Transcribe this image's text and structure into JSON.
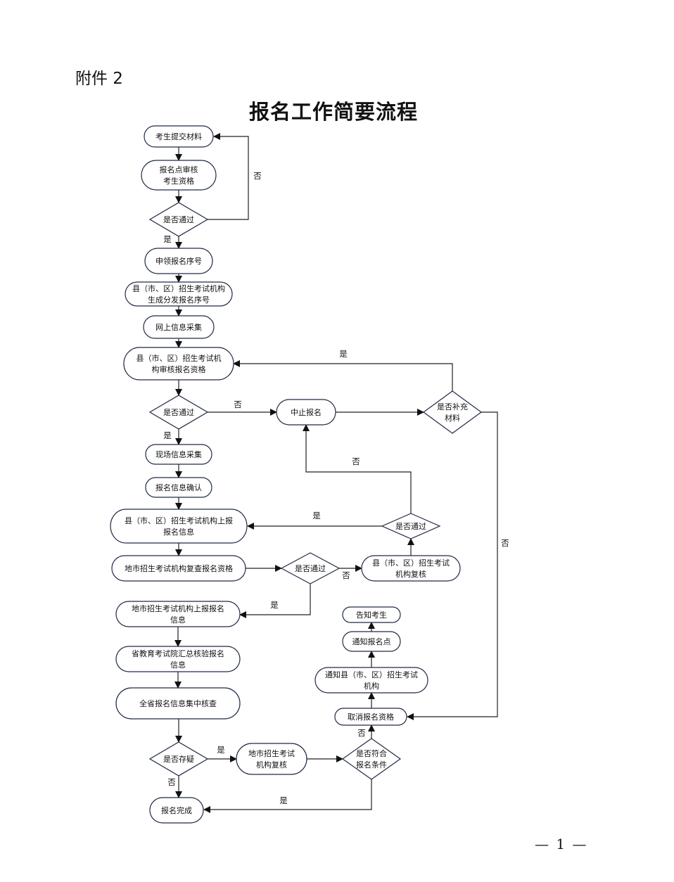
{
  "header": {
    "attachment": "附件 2",
    "title": "报名工作简要流程"
  },
  "footer": {
    "page_number": "— 1 —"
  },
  "nodes": [
    {
      "id": "n1",
      "lines": [
        "考生提交材料"
      ]
    },
    {
      "id": "n2",
      "lines": [
        "报名点审核",
        "考生资格"
      ]
    },
    {
      "id": "d1",
      "lines": [
        "是否通过"
      ]
    },
    {
      "id": "n3",
      "lines": [
        "申领报名序号"
      ]
    },
    {
      "id": "n4",
      "lines": [
        "县（市、区）招生考试机构",
        "生成分发报名序号"
      ]
    },
    {
      "id": "n5",
      "lines": [
        "网上信息采集"
      ]
    },
    {
      "id": "n6",
      "lines": [
        "县（市、区）招生考试机",
        "构审核报名资格"
      ]
    },
    {
      "id": "d2",
      "lines": [
        "是否通过"
      ]
    },
    {
      "id": "n7",
      "lines": [
        "中止报名"
      ]
    },
    {
      "id": "d3",
      "lines": [
        "是否补充",
        "材料"
      ]
    },
    {
      "id": "n8",
      "lines": [
        "现场信息采集"
      ]
    },
    {
      "id": "n9",
      "lines": [
        "报名信息确认"
      ]
    },
    {
      "id": "n10",
      "lines": [
        "县（市、区）招生考试机构上报",
        "报名信息"
      ]
    },
    {
      "id": "d4",
      "lines": [
        "是否通过"
      ]
    },
    {
      "id": "n11",
      "lines": [
        "地市招生考试机构复查报名资格"
      ]
    },
    {
      "id": "d5",
      "lines": [
        "是否通过"
      ]
    },
    {
      "id": "n12",
      "lines": [
        "县（市、区）招生考试",
        "机构复核"
      ]
    },
    {
      "id": "n13",
      "lines": [
        "地市招生考试机构上报报名",
        "信息"
      ]
    },
    {
      "id": "n14",
      "lines": [
        "告知考生"
      ]
    },
    {
      "id": "n15",
      "lines": [
        "通知报名点"
      ]
    },
    {
      "id": "n16",
      "lines": [
        "省教育考试院汇总核验报名",
        "信息"
      ]
    },
    {
      "id": "n17",
      "lines": [
        "通知县（市、区）招生考试",
        "机构"
      ]
    },
    {
      "id": "n18",
      "lines": [
        "全省报名信息集中核查"
      ]
    },
    {
      "id": "n19",
      "lines": [
        "取消报名资格"
      ]
    },
    {
      "id": "d6",
      "lines": [
        "是否存疑"
      ]
    },
    {
      "id": "n20",
      "lines": [
        "地市招生考试",
        "机构复核"
      ]
    },
    {
      "id": "d7",
      "lines": [
        "是否符合",
        "报名条件"
      ]
    },
    {
      "id": "n21",
      "lines": [
        "报名完成"
      ]
    }
  ],
  "edges": [
    {
      "from": "n1",
      "to": "n2",
      "label": ""
    },
    {
      "from": "n2",
      "to": "d1",
      "label": ""
    },
    {
      "from": "d1",
      "to": "n1",
      "label": "否"
    },
    {
      "from": "d1",
      "to": "n3",
      "label": "是"
    },
    {
      "from": "n3",
      "to": "n4",
      "label": ""
    },
    {
      "from": "n4",
      "to": "n5",
      "label": ""
    },
    {
      "from": "n5",
      "to": "n6",
      "label": ""
    },
    {
      "from": "n6",
      "to": "d2",
      "label": ""
    },
    {
      "from": "d2",
      "to": "n7",
      "label": "否"
    },
    {
      "from": "d2",
      "to": "n8",
      "label": "是"
    },
    {
      "from": "n7",
      "to": "d3",
      "label": ""
    },
    {
      "from": "d3",
      "to": "n6",
      "label": "是"
    },
    {
      "from": "d3",
      "to": "n19",
      "label": "否"
    },
    {
      "from": "n8",
      "to": "n9",
      "label": ""
    },
    {
      "from": "n9",
      "to": "n10",
      "label": ""
    },
    {
      "from": "n10",
      "to": "n11",
      "label": ""
    },
    {
      "from": "n11",
      "to": "d5",
      "label": ""
    },
    {
      "from": "d5",
      "to": "n12",
      "label": "否"
    },
    {
      "from": "d5",
      "to": "n13",
      "label": "是"
    },
    {
      "from": "n12",
      "to": "d4",
      "label": ""
    },
    {
      "from": "d4",
      "to": "n10",
      "label": "是"
    },
    {
      "from": "d4",
      "to": "n7",
      "label": "否"
    },
    {
      "from": "n13",
      "to": "n16",
      "label": ""
    },
    {
      "from": "n16",
      "to": "n18",
      "label": ""
    },
    {
      "from": "n18",
      "to": "d6",
      "label": ""
    },
    {
      "from": "d6",
      "to": "n20",
      "label": "是"
    },
    {
      "from": "d6",
      "to": "n21",
      "label": "否"
    },
    {
      "from": "n20",
      "to": "d7",
      "label": ""
    },
    {
      "from": "d7",
      "to": "n19",
      "label": "否"
    },
    {
      "from": "d7",
      "to": "n21",
      "label": "是"
    },
    {
      "from": "n19",
      "to": "n17",
      "label": ""
    },
    {
      "from": "n17",
      "to": "n15",
      "label": ""
    },
    {
      "from": "n15",
      "to": "n14",
      "label": ""
    }
  ]
}
